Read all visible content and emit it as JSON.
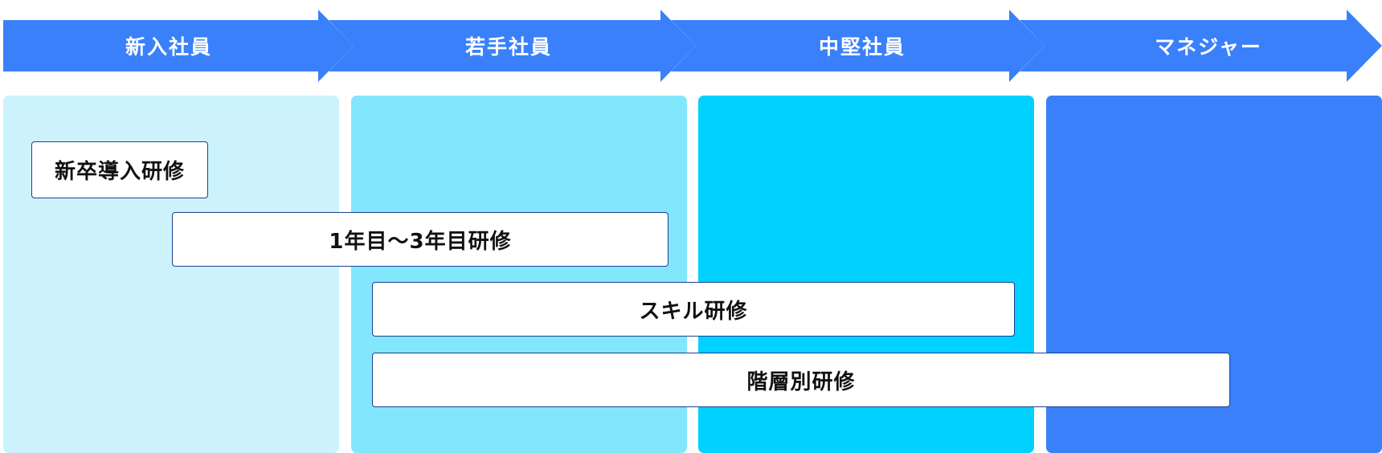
{
  "stages": [
    {
      "label": "新入社員",
      "color": "#3a80fa"
    },
    {
      "label": "若手社員",
      "color": "#3a80fa"
    },
    {
      "label": "中堅社員",
      "color": "#3a80fa"
    },
    {
      "label": "マネジャー",
      "color": "#3a80fa"
    }
  ],
  "column_colors": [
    "#ccf3fc",
    "#82e7fd",
    "#00d1ff",
    "#3a80fa"
  ],
  "programs": [
    {
      "label": "新卒導入研修"
    },
    {
      "label": "1年目〜3年目研修"
    },
    {
      "label": "スキル研修"
    },
    {
      "label": "階層別研修"
    }
  ]
}
